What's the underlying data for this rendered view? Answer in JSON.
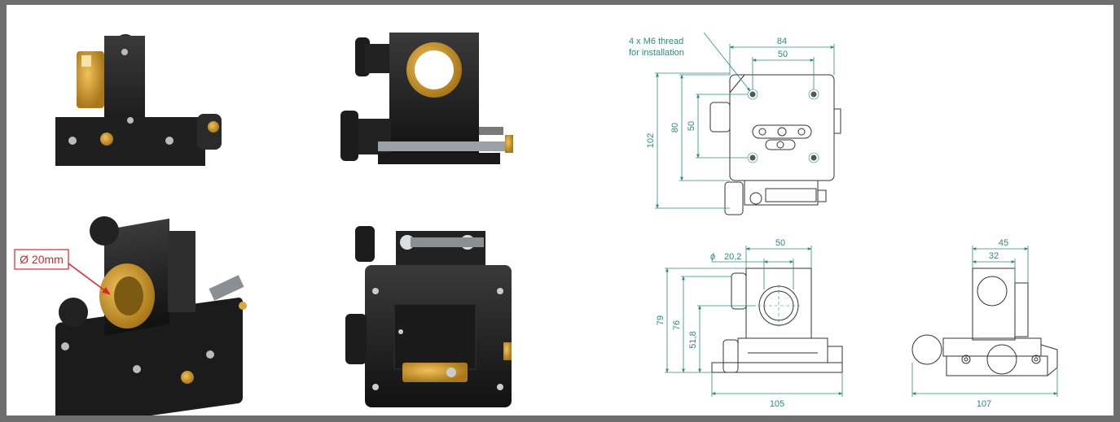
{
  "colors": {
    "frame": "#6e6e6e",
    "paper": "#ffffff",
    "dimension": "#2e8b7b",
    "callout": "#d9262c",
    "brass": "#c89a2e",
    "steel": "#1e1e1e"
  },
  "photos": {
    "callout_diameter": "Ø 20mm"
  },
  "drawings": {
    "top_view": {
      "thread_note_line1": "4 x M6 thread",
      "thread_note_line2": "for installation",
      "dim_width_outer": "84",
      "dim_width_inner": "50",
      "dim_height_total": "102",
      "dim_height_body": "80",
      "dim_height_holes": "50"
    },
    "front_view": {
      "dim_top": "50",
      "dim_bore": "20,2",
      "dim_bore_symbol": "ϕ",
      "dim_h1": "79",
      "dim_h2": "76",
      "dim_h3": "51,8",
      "dim_base": "105"
    },
    "side_view": {
      "dim_outer": "45",
      "dim_inner": "32",
      "dim_base": "107"
    }
  }
}
